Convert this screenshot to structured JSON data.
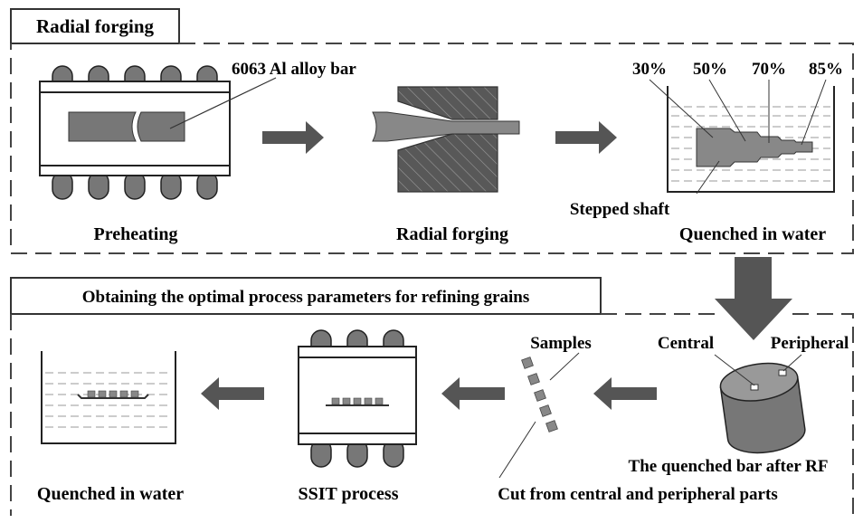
{
  "section_top": {
    "title": "Radial forging",
    "bar_callout": "6063 Al alloy bar",
    "steps": [
      "Preheating",
      "Radial forging",
      "Quenched in water"
    ],
    "reductions": [
      "30%",
      "50%",
      "70%",
      "85%"
    ],
    "shaft_label": "Stepped shaft"
  },
  "section_bottom": {
    "title": "Obtaining the optimal process parameters for refining grains",
    "central_label": "Central",
    "peripheral_label": "Peripheral",
    "bar_caption": "The quenched bar after RF",
    "samples_label": "Samples",
    "cut_caption": "Cut from central and peripheral parts",
    "ssit_label": "SSIT process",
    "final_label": "Quenched in water"
  },
  "colors": {
    "line": "#333333",
    "part": "#777777",
    "arrow": "#555555",
    "die": "#555555",
    "water": "#999999"
  }
}
